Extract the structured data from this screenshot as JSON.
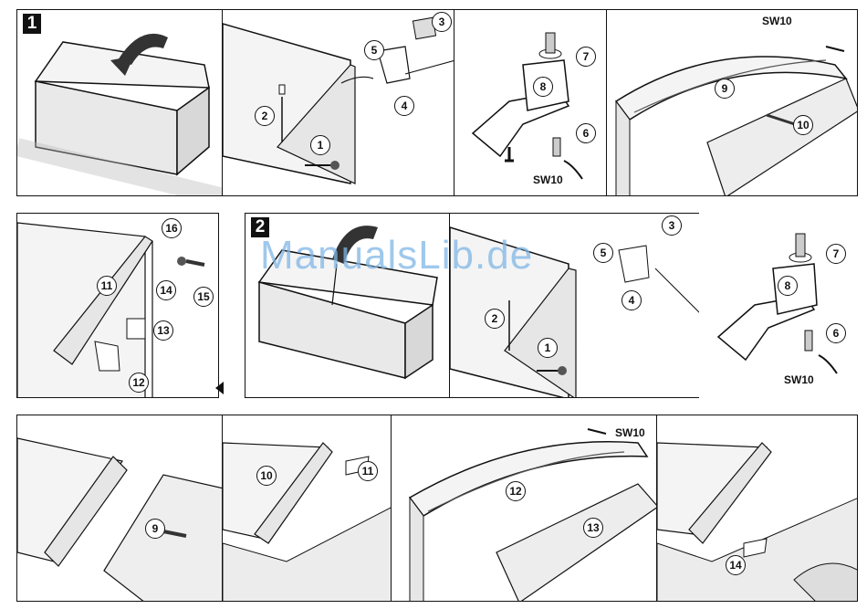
{
  "steps": {
    "one": "1",
    "two": "2"
  },
  "tools": {
    "sw10": "SW10"
  },
  "watermark": "ManualsLib.de",
  "callouts": {
    "c1": "1",
    "c2": "2",
    "c3": "3",
    "c4": "4",
    "c5": "5",
    "c6": "6",
    "c7": "7",
    "c8": "8",
    "c9": "9",
    "c10": "10",
    "c11": "11",
    "c12": "12",
    "c13": "13",
    "c14": "14",
    "c15": "15",
    "c16": "16"
  },
  "icons": [
    "rotate-arrow-icon",
    "wrench-icon",
    "bolt-icon",
    "hinge-icon",
    "pin-icon"
  ]
}
